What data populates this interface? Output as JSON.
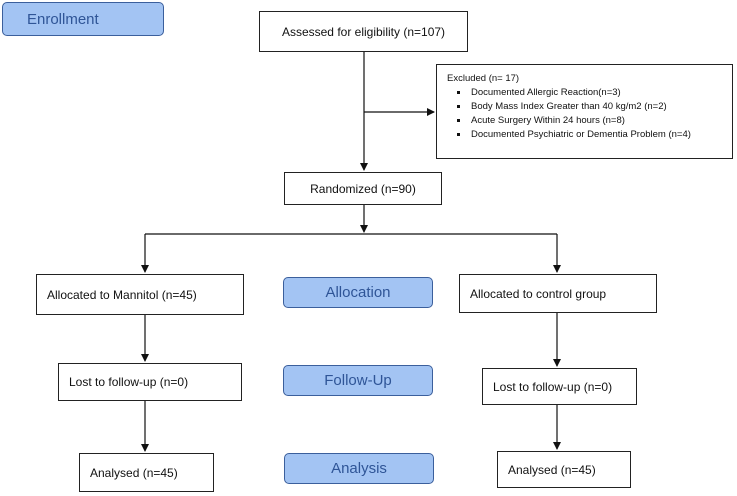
{
  "stages": {
    "enrollment": "Enrollment",
    "allocation": "Allocation",
    "follow_up": "Follow-Up",
    "analysis": "Analysis"
  },
  "assessed": "Assessed for eligibility (n=107)",
  "excluded": {
    "title": "Excluded (n= 17)",
    "reasons": [
      "Documented Allergic Reaction(n=3)",
      "Body Mass Index Greater than 40 kg/m2 (n=2)",
      "Acute Surgery Within 24 hours (n=8)",
      "Documented Psychiatric or Dementia Problem (n=4)"
    ]
  },
  "randomized": "Randomized (n=90)",
  "mannitol_arm": {
    "allocated": "Allocated to Mannitol (n=45)",
    "lost": "Lost to follow-up (n=0)",
    "analysed": "Analysed (n=45)"
  },
  "control_arm": {
    "allocated": "Allocated to control group",
    "lost": "Lost to follow-up (n=0)",
    "analysed": "Analysed (n=45)"
  },
  "colors": {
    "stage_fill": "#a3c4f3",
    "stage_text": "#2f5597",
    "box_border": "#222222"
  }
}
